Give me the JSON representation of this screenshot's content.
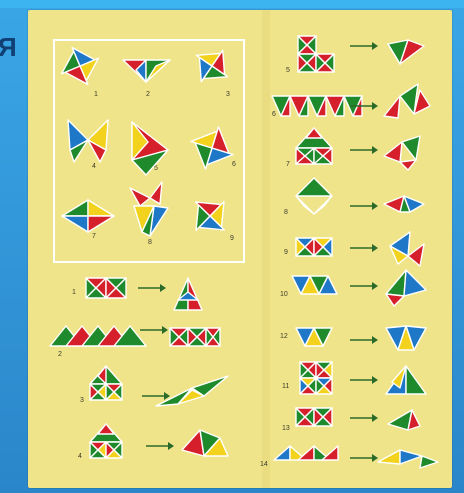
{
  "page": {
    "background_color": "#2f8fd0",
    "corner_text": "Я"
  },
  "sheet": {
    "paper_color": "#f0e48b",
    "frame_color": "#ffffff",
    "palette": {
      "red": "#d51f2b",
      "green": "#1f8a2b",
      "blue": "#1f78c7",
      "yellow": "#f2d21c",
      "white": "#ffffff"
    },
    "boxed_numbers": [
      "1",
      "2",
      "3",
      "4",
      "5",
      "6",
      "7",
      "8",
      "9"
    ],
    "left_column_numbers": [
      "1",
      "2",
      "3",
      "4"
    ],
    "right_column_numbers": [
      "5",
      "6",
      "7",
      "8",
      "9",
      "10",
      "12",
      "11",
      "13",
      "14"
    ],
    "arrow_glyph": "→"
  }
}
